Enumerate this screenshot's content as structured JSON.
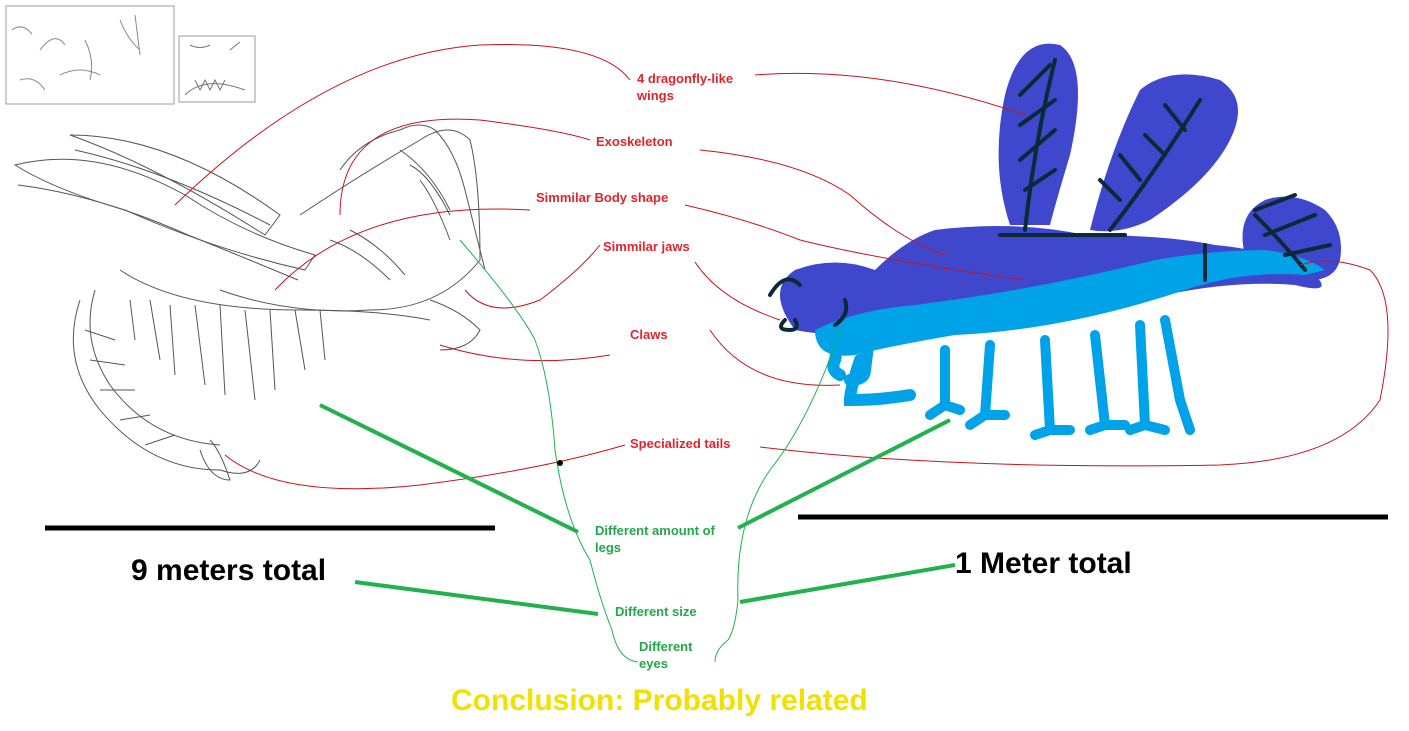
{
  "similarities": {
    "wings": "4 dragonfly-like wings",
    "exoskeleton": "Exoskeleton",
    "body_shape": "Simmilar Body shape",
    "jaws": "Simmilar jaws",
    "claws": "Claws",
    "tails": "Specialized tails"
  },
  "differences": {
    "legs": "Different amount of legs",
    "size": "Different size",
    "eyes": "Different eyes"
  },
  "sizes": {
    "left": "9 meters total",
    "right": "1 Meter total"
  },
  "conclusion": "Conclusion: Probably related",
  "colors": {
    "similarity_text": "#e0242c",
    "difference_text": "#22a84a",
    "conclusion_text": "#f2e000",
    "wing_blue": "#3f48cc",
    "body_light_blue": "#00a2e8",
    "vein_dark": "#0a2a3a",
    "connector_red": "#c8141c",
    "connector_green": "#22b14c"
  }
}
